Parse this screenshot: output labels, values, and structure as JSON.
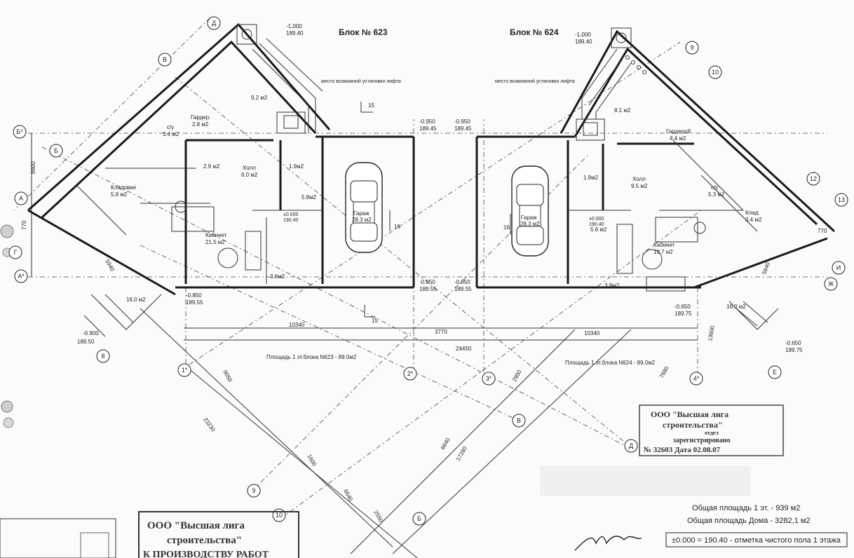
{
  "blocks": {
    "left_title": "Блок № 623",
    "right_title": "Блок № 624"
  },
  "levels": {
    "l1": "-1,000",
    "l1b": "189.40",
    "l2": "-1,000",
    "l2b": "189.40",
    "l3": "-0.950",
    "l3b": "189.45",
    "l4": "-0.950",
    "l4b": "189.45",
    "l5": "-0.850",
    "l5b": "189.55",
    "l6": "-0.850",
    "l6b": "189.55",
    "l7": "-0.850",
    "l7b": "189.55",
    "l8": "-0.650",
    "l8b": "189.75",
    "l9": "-0.900",
    "l9b": "189.50",
    "l10": "-0.650",
    "l10b": "189.75",
    "z1": "±0.000",
    "z1b": "190.40",
    "z2": "±0.000",
    "z2b": "190.40"
  },
  "lift_note": "место возможной установки лифта",
  "rooms_left": {
    "r1_name": "Гардер.",
    "r1_area": "2.8 м2",
    "r2_name": "с/у",
    "r2_area": "3.4 м2",
    "r3_area": "9.2 м2",
    "r4_name": "Холл",
    "r4_area": "6.0 м2",
    "r5_area": "2.9 м2",
    "r6_area": "1.9м2",
    "r7_name": "Кладовая",
    "r7_area": "5.8 м2",
    "r8_name": "Кабинет",
    "r8_area": "21.5 м2",
    "r9_area": "5.8м2",
    "r10_name": "Гараж",
    "r10_area": "28.3 м2",
    "r11_area": "3.6м2",
    "r12_area": "16.0 м2"
  },
  "rooms_right": {
    "r1_name": "Гардероб",
    "r1_area": "4.4 м2",
    "r2_area": "8.1 м2",
    "r3_name": "Холл",
    "r3_area": "9.5 м2",
    "r4_name": "с/у",
    "r4_area": "5.3 м2",
    "r5_name": "Клад.",
    "r5_area": "3.4 м2",
    "r6_name": "Кабинет",
    "r6_area": "19.7 м2",
    "r7_name": "Гараж",
    "r7_area": "28.3 м2",
    "r8_area": "1.9м2",
    "r9_area": "5.6 м2",
    "r10_area": "3.8м2",
    "r11_area": "16.0 м2"
  },
  "dimensions": {
    "d1": "10340",
    "d2": "3770",
    "d3": "10340",
    "d4": "24450",
    "d5": "6600",
    "d6": "5940",
    "d7": "5940",
    "d8": "9050",
    "d9": "23230",
    "d10": "1600",
    "d11": "6640",
    "d12": "2550",
    "d13": "6640",
    "d14": "17280",
    "d15": "2950",
    "d16": "7680",
    "d17": "13600",
    "d18": "770",
    "d19": "770",
    "d20": "15",
    "d21": "15",
    "d22": "16",
    "d23": "16"
  },
  "areas": {
    "left": "Площадь 1 эт.блока N623 - 89.0м2",
    "right": "Площадь 1 эт.блока N624 - 89.0м2"
  },
  "axes": {
    "a1": "Д",
    "a2": "В",
    "a3": "Б*",
    "a4": "Б",
    "a5": "А",
    "a6": "Г",
    "a7": "А*",
    "a8": "8",
    "a9": "1*",
    "a10": "2*",
    "a11": "3*",
    "a12": "4*",
    "a13": "9",
    "a14": "10",
    "a15": "12",
    "a16": "13",
    "a17": "И",
    "a18": "Ж",
    "a19": "Е",
    "a20": "В",
    "a21": "Д",
    "a22": "9",
    "a23": "10",
    "a24": "Б"
  },
  "stamp_right": {
    "line1": "ООО \"Высшая лига",
    "line2": "строительства\"",
    "line3": "отдел",
    "line4": "зарегистрировано",
    "line5": "№ 32603 Дата 02.08.07"
  },
  "stamp_bottom": {
    "line1": "ООО \"Высшая лига",
    "line2": "строительства\"",
    "line3": "К ПРОИЗВОДСТВУ РАБОТ"
  },
  "summary": {
    "line1": "Общая площадь 1 эт. - 939 м2",
    "line2": "Общая площадь Дома - 3282,1 м2",
    "line3": "±0.000 = 190.40 - отметка чистого пола 1 этажа"
  }
}
